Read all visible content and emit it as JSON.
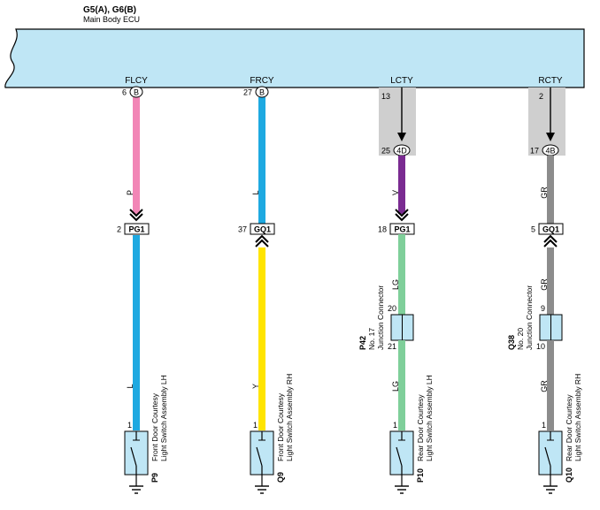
{
  "ecu": {
    "connectors": "G5(A), G6(B)",
    "name": "Main Body ECU",
    "signals": [
      "FLCY",
      "FRCY",
      "LCTY",
      "RCTY"
    ]
  },
  "ecu_pins": [
    {
      "pin": "6",
      "conn": "B"
    },
    {
      "pin": "27",
      "conn": "B"
    },
    {
      "pin": "13",
      "conn": ""
    },
    {
      "pin": "2",
      "conn": ""
    }
  ],
  "j4_pins": [
    {
      "pin": "25",
      "conn": "4D"
    },
    {
      "pin": "17",
      "conn": "4B"
    }
  ],
  "wire_colors_upper": [
    "P",
    "L",
    "V",
    "GR"
  ],
  "mid_connectors": [
    {
      "pin": "2",
      "name": "PG1"
    },
    {
      "pin": "37",
      "name": "GQ1"
    },
    {
      "pin": "18",
      "name": "PG1"
    },
    {
      "pin": "5",
      "name": "GQ1"
    }
  ],
  "lower_labels_a": [
    "LG",
    "GR"
  ],
  "junctions": [
    {
      "id": "P42",
      "no": "No. 17",
      "name": "Junction Connector",
      "pin_in": "20",
      "pin_out": "21"
    },
    {
      "id": "Q38",
      "no": "No. 20",
      "name": "Junction Connector",
      "pin_in": "9",
      "pin_out": "10"
    }
  ],
  "wire_colors_lower": [
    "L",
    "Y",
    "LG",
    "GR"
  ],
  "components": [
    {
      "id": "P9",
      "pin": "1",
      "line1": "Front Door Courtesy",
      "line2": "Light Switch Assembly LH"
    },
    {
      "id": "Q9",
      "pin": "1",
      "line1": "Front Door Courtesy",
      "line2": "Light Switch Assembly RH"
    },
    {
      "id": "P10",
      "pin": "1",
      "line1": "Rear Door Courtesy",
      "line2": "Light Switch Assembly LH"
    },
    {
      "id": "Q10",
      "pin": "1",
      "line1": "Rear Door Courtesy",
      "line2": "Light Switch Assembly RH"
    }
  ],
  "colors": {
    "ecu_fill": "#bfe6f5",
    "pink": "#f286b6",
    "blue": "#1ea9e1",
    "yellow": "#ffe400",
    "purple": "#7a2b91",
    "green": "#7fcf9a",
    "gray": "#8c8c8c",
    "shade": "#cfcfcf",
    "switch_fill": "#bfe6f5"
  }
}
